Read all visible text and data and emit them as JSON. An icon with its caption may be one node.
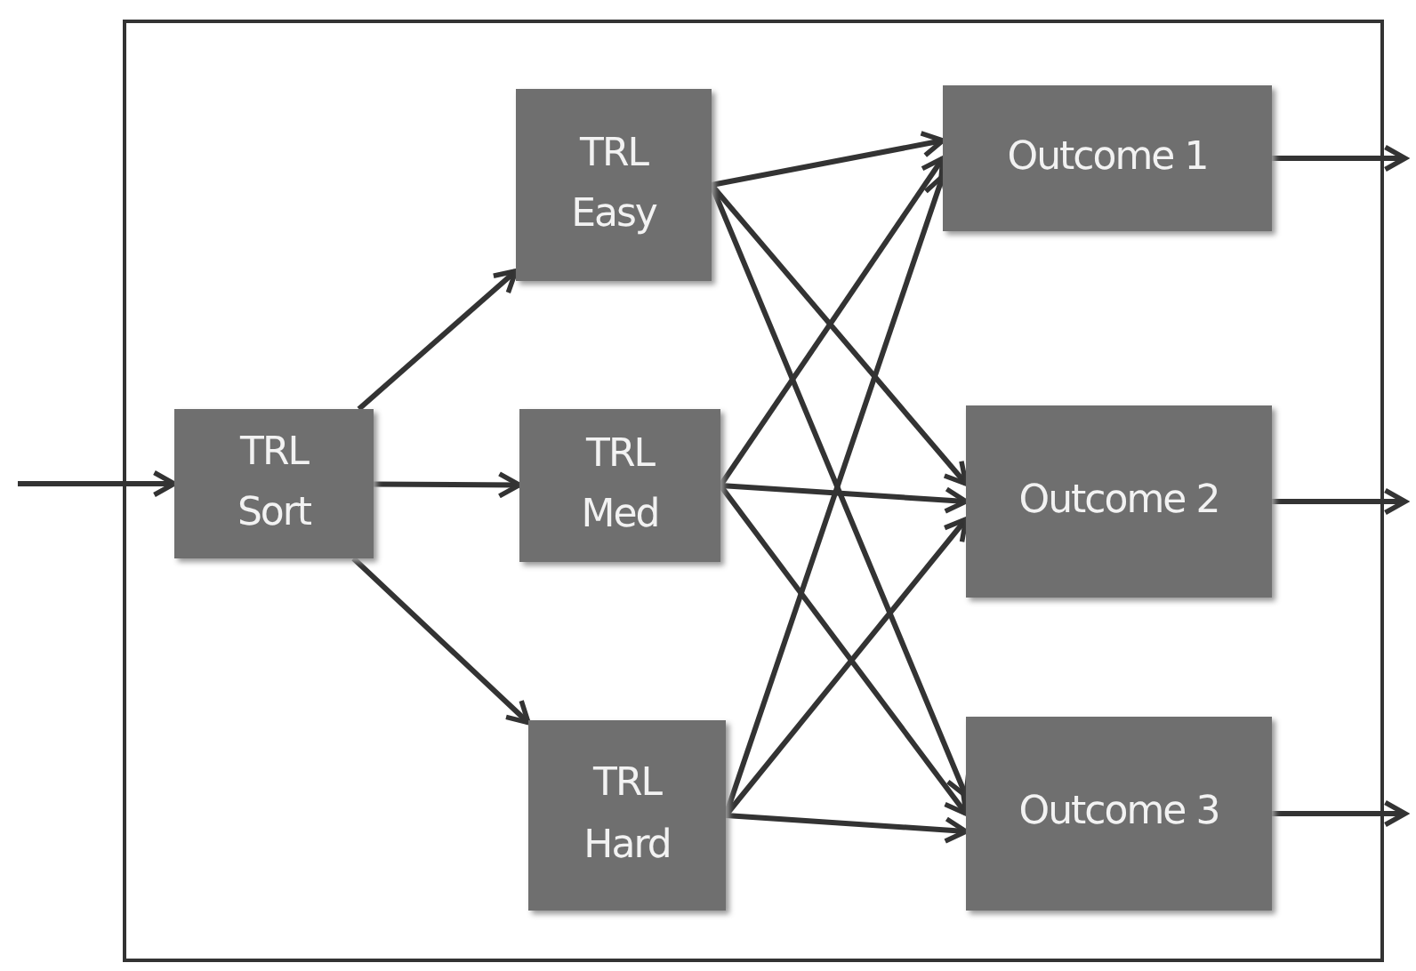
{
  "diagram": {
    "nodes": [
      {
        "text": [
          "TRL Sort"
        ]
      },
      {
        "text": [
          "TRL Easy"
        ]
      },
      {
        "text": [
          "TRL Med"
        ]
      },
      {
        "text": [
          "TRL Hard"
        ]
      },
      {
        "text": [
          "Outcome 1"
        ]
      },
      {
        "text": [
          "Outcome 2"
        ]
      },
      {
        "text": [
          "Outcome 3"
        ]
      }
    ],
    "edges": [
      {
        "from": null,
        "to": 0,
        "arrow": "to"
      },
      {
        "from": 0,
        "to": 1,
        "arrow": "to"
      },
      {
        "from": 0,
        "to": 2,
        "arrow": "to"
      },
      {
        "from": 0,
        "to": 3,
        "arrow": "to"
      },
      {
        "from": 1,
        "to": 4,
        "arrow": "to"
      },
      {
        "from": 1,
        "to": 5,
        "arrow": "to"
      },
      {
        "from": 1,
        "to": 6,
        "arrow": "to"
      },
      {
        "from": 2,
        "to": 4,
        "arrow": "to"
      },
      {
        "from": 2,
        "to": 5,
        "arrow": "to"
      },
      {
        "from": 2,
        "to": 6,
        "arrow": "to"
      },
      {
        "from": 3,
        "to": 4,
        "arrow": "to"
      },
      {
        "from": 3,
        "to": 5,
        "arrow": "to"
      },
      {
        "from": 3,
        "to": 6,
        "arrow": "to"
      },
      {
        "from": 4,
        "to": null,
        "arrow": "to"
      },
      {
        "from": 5,
        "to": null,
        "arrow": "to"
      },
      {
        "from": 6,
        "to": null,
        "arrow": "to"
      }
    ]
  }
}
